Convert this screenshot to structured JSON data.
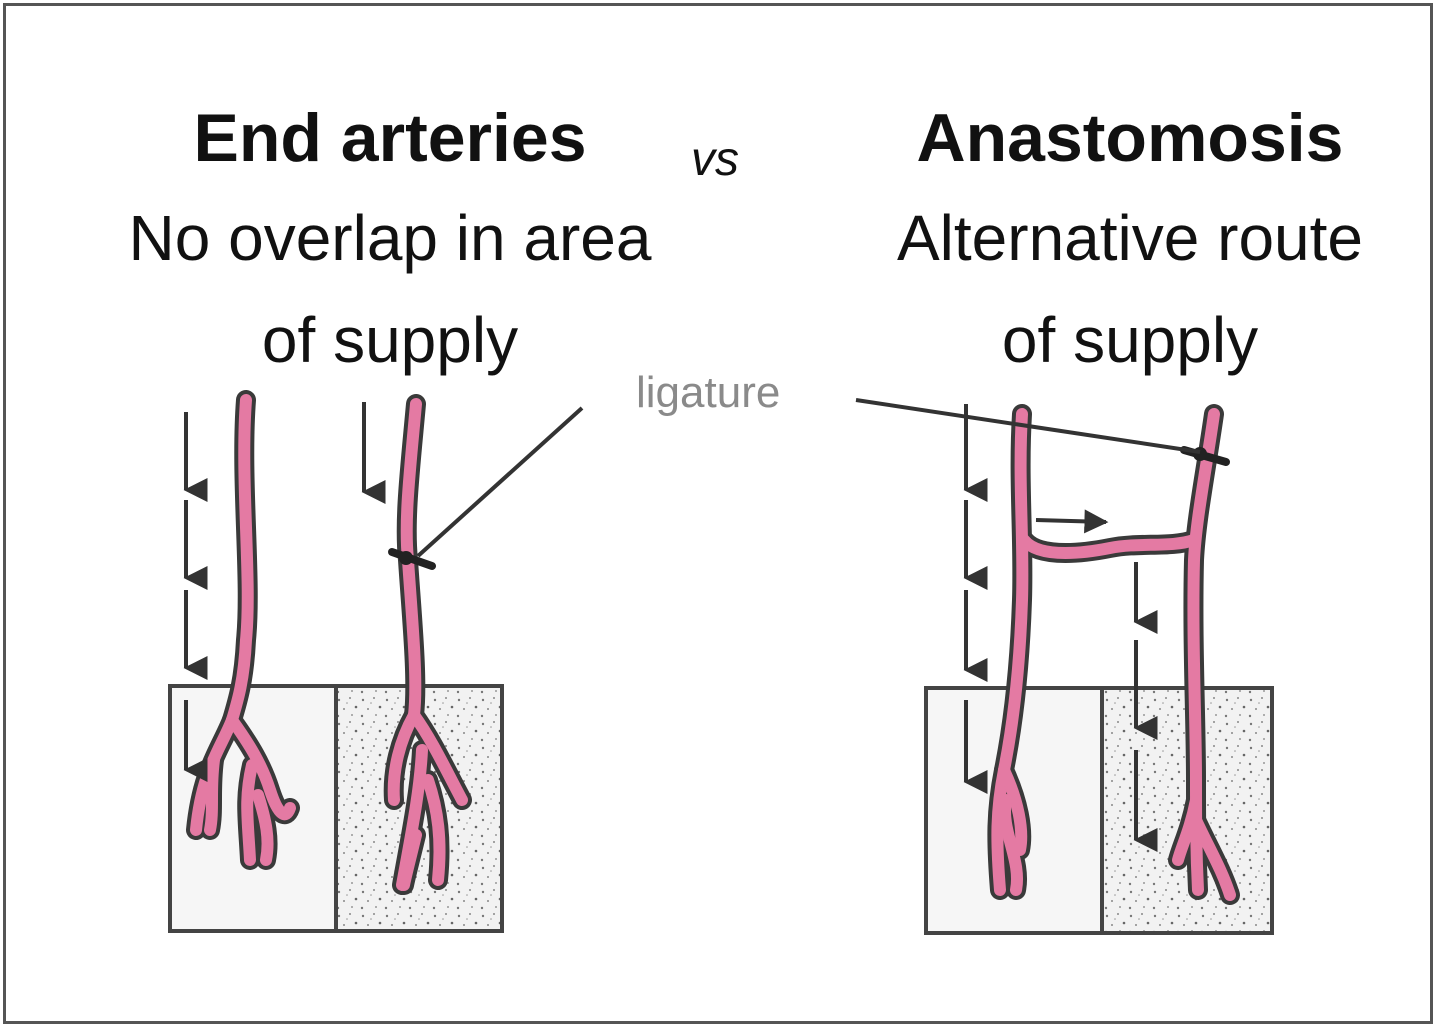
{
  "left": {
    "title": "End arteries",
    "desc_line1": "No overlap in area",
    "desc_line2": "of supply"
  },
  "vs_label": "vs",
  "right": {
    "title": "Anastomosis",
    "desc_line1": "Alternative route",
    "desc_line2": "of supply"
  },
  "ligature_label": "ligature",
  "colors": {
    "artery_fill": "#e47aa3",
    "artery_outline": "#3a3a3a",
    "arrow": "#333333",
    "box_border": "#444444",
    "stipple_bg": "#f1f1f1",
    "border": "#555555"
  }
}
